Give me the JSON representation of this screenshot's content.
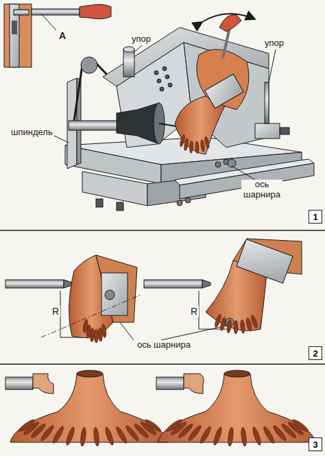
{
  "diagram": {
    "nodes": [
      {
        "text": [
          "1"
        ]
      },
      {
        "text": [
          "2"
        ]
      },
      {
        "text": [
          "3"
        ]
      }
    ],
    "labels": [
      "A",
      "упор",
      "упор",
      "шпиндель",
      "ось шарнира",
      "R",
      "R",
      "ось шарнира"
    ]
  }
}
